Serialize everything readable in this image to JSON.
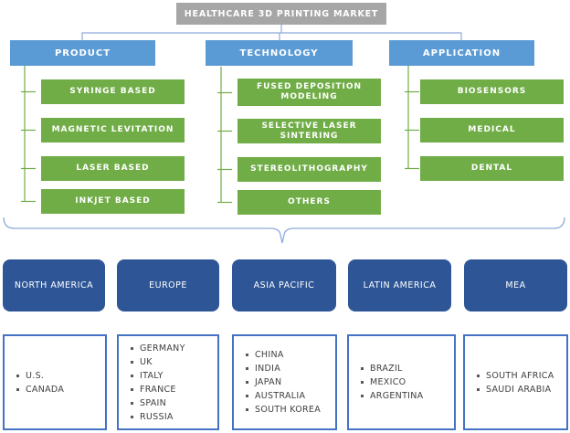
{
  "title": "HEALTHCARE 3D PRINTING MARKET",
  "colors": {
    "title_bg": "#a6a6a6",
    "segment_header_bg": "#5b9bd5",
    "segment_item_bg": "#70ad47",
    "region_bg": "#2e5697",
    "country_border": "#4472c4",
    "tree_connector": "#8faadc",
    "green_connector": "#70ad47",
    "text_on_fill": "#ffffff",
    "country_text": "#404040"
  },
  "segments": [
    {
      "label": "PRODUCT",
      "items": [
        "SYRINGE BASED",
        "MAGNETIC LEVITATION",
        "LASER BASED",
        "INKJET BASED"
      ]
    },
    {
      "label": "TECHNOLOGY",
      "items": [
        "FUSED DEPOSITION MODELING",
        "SELECTIVE LASER SINTERING",
        "STEREOLITHOGRAPHY",
        "OTHERS"
      ]
    },
    {
      "label": "APPLICATION",
      "items": [
        "BIOSENSORS",
        "MEDICAL",
        "DENTAL"
      ]
    }
  ],
  "regions": [
    {
      "label": "NORTH AMERICA",
      "countries": [
        "U.S.",
        "CANADA"
      ]
    },
    {
      "label": "EUROPE",
      "countries": [
        "GERMANY",
        "UK",
        "ITALY",
        "FRANCE",
        "SPAIN",
        "RUSSIA"
      ]
    },
    {
      "label": "ASIA PACIFIC",
      "countries": [
        "CHINA",
        "INDIA",
        "JAPAN",
        "AUSTRALIA",
        "SOUTH KOREA"
      ]
    },
    {
      "label": "LATIN AMERICA",
      "countries": [
        "BRAZIL",
        "MEXICO",
        "ARGENTINA"
      ]
    },
    {
      "label": "MEA",
      "countries": [
        "SOUTH AFRICA",
        "SAUDI ARABIA"
      ]
    }
  ]
}
